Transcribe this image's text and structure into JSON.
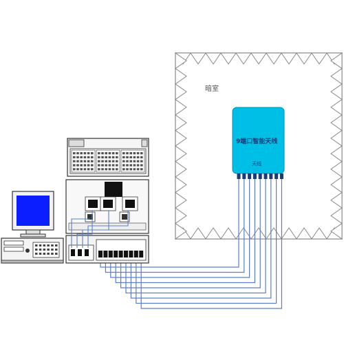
{
  "chamber": {
    "label": "暗室"
  },
  "antenna": {
    "title": "9端口智能天线",
    "sub_label": "天线",
    "port_count": 9,
    "color": "#00bfe6"
  },
  "equipment": {
    "monitor_screen_color": "#0a1eff",
    "cable_color": "#5a7fc8",
    "absorber_color": "#888888"
  },
  "icons": [
    "monitor-icon",
    "computer-icon",
    "rack-icon",
    "switch-matrix-icon",
    "antenna-icon"
  ]
}
